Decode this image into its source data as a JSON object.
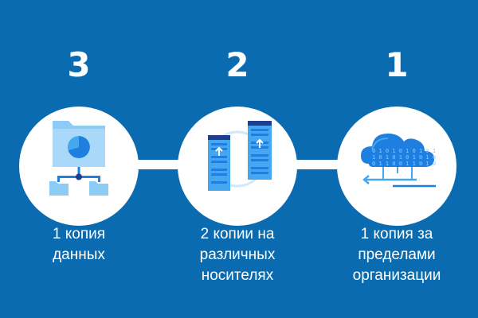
{
  "colors": {
    "background": "#0b6bb0",
    "circle": "#ffffff",
    "icon_light": "#8ccbf6",
    "icon_mid": "#45a7ee",
    "icon_dark": "#1e7fe0",
    "icon_navy": "#1f3c8f"
  },
  "steps": [
    {
      "number": "3",
      "icon": "folder-network-icon",
      "caption_lines": [
        "1 копия",
        "данных"
      ]
    },
    {
      "number": "2",
      "icon": "server-sync-icon",
      "caption_lines": [
        "2 копии на",
        "различных",
        "носителях"
      ]
    },
    {
      "number": "1",
      "icon": "cloud-binary-icon",
      "caption_lines": [
        "1 копия за",
        "пределами",
        "организации"
      ]
    }
  ]
}
